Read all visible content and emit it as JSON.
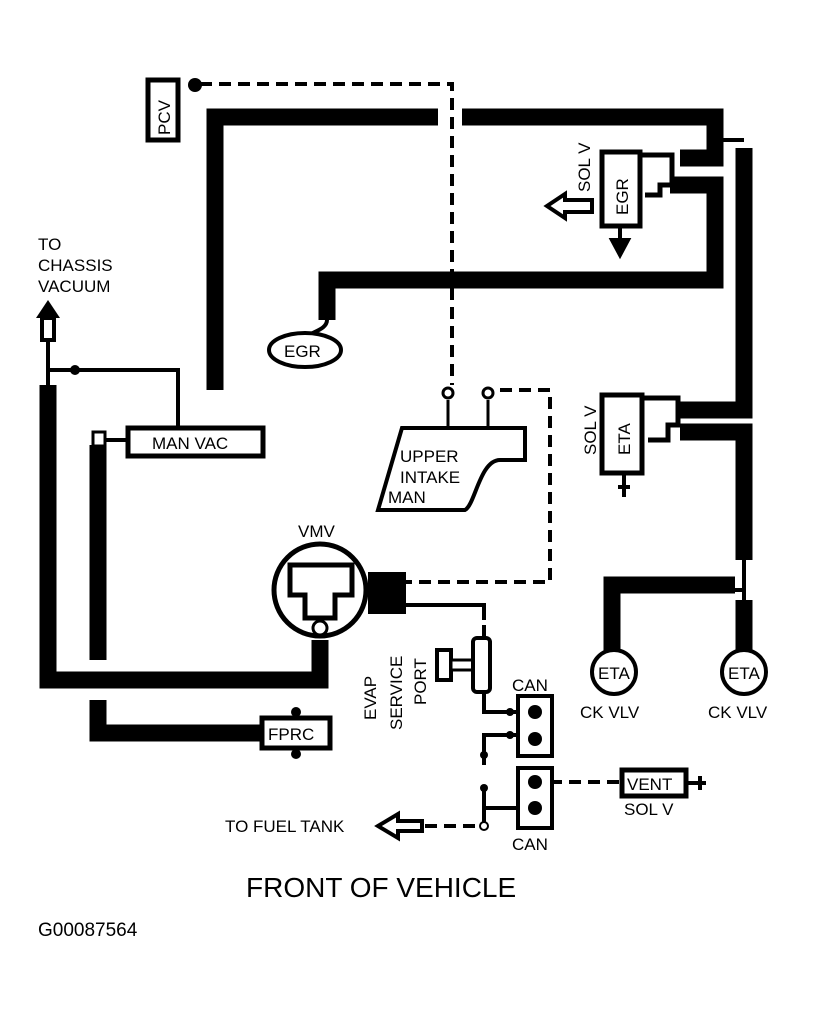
{
  "diagram": {
    "title": "FRONT OF VEHICLE",
    "figure_id": "G00087564",
    "labels": {
      "pcv": "PCV",
      "egr_sol_v_text": "SOL V",
      "egr_valve_box": "EGR",
      "egr_oval": "EGR",
      "to_chassis_line1": "TO",
      "to_chassis_line2": "CHASSIS",
      "to_chassis_line3": "VACUUM",
      "man_vac": "MAN VAC",
      "upper_intake_line1": "UPPER",
      "upper_intake_line2": "INTAKE",
      "upper_intake_line3": "MAN",
      "eta_sol_v_text": "SOL V",
      "eta_box": "ETA",
      "vmv": "VMV",
      "evap_line1": "EVAP",
      "evap_line2": "SERVICE",
      "evap_line3": "PORT",
      "fprc": "FPRC",
      "eta_ck_1": "ETA",
      "eta_ck_1_sub": "CK VLV",
      "eta_ck_2": "ETA",
      "eta_ck_2_sub": "CK VLV",
      "can_top": "CAN",
      "can_bottom": "CAN",
      "vent": "VENT",
      "vent_sub": "SOL V",
      "to_fuel_tank": "TO FUEL TANK"
    }
  }
}
